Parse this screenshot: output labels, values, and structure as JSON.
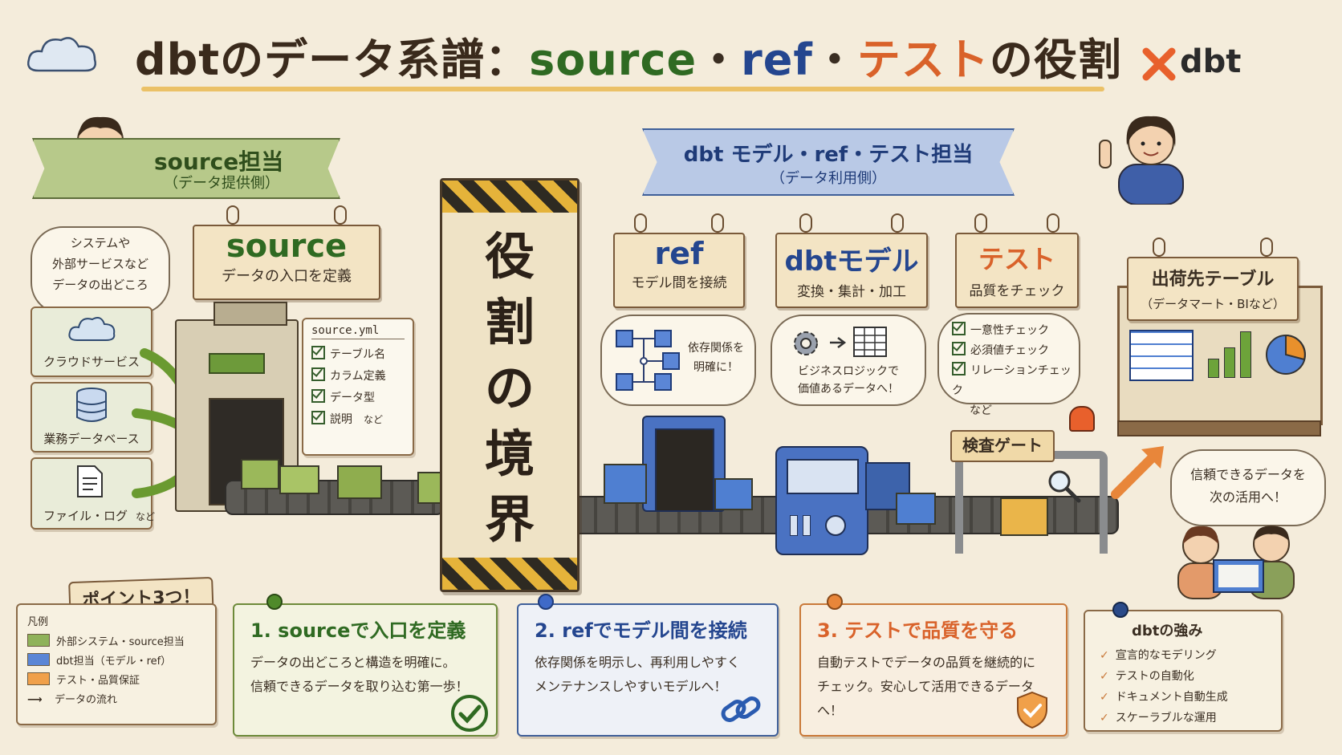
{
  "title": {
    "part1": "dbtのデータ系譜：",
    "part2": "source",
    "sep1": "・",
    "part3": "ref",
    "sep2": "・",
    "part4": "テスト",
    "part5": "の役割",
    "logo_text": "dbt"
  },
  "colors": {
    "green": "#2f6a22",
    "blue": "#24468f",
    "orange": "#d9622a",
    "brown": "#3a2e22"
  },
  "left_role": {
    "title": "source担当",
    "subtitle": "（データ提供側）"
  },
  "right_role": {
    "title": "dbt モデル・ref・テスト担当",
    "subtitle": "（データ利用側）"
  },
  "systems_bubble": {
    "line1": "システムや",
    "line2": "外部サービスなど",
    "line3": "データの出どころ"
  },
  "system_cards": [
    {
      "icon": "cloud-icon",
      "label": "クラウドサービス"
    },
    {
      "icon": "database-icon",
      "label": "業務データベース"
    },
    {
      "icon": "file-icon",
      "label": "ファイル・ログ",
      "suffix": "など"
    }
  ],
  "source_sign": {
    "title": "source",
    "desc": "データの入口を定義"
  },
  "source_yml": {
    "filename": "source.yml",
    "items": [
      "テーブル名",
      "カラム定義",
      "データ型",
      "説明"
    ],
    "suffix": "など"
  },
  "boundary": {
    "chars": [
      "役",
      "割",
      "の",
      "境",
      "界"
    ]
  },
  "ref_sign": {
    "title": "ref",
    "desc": "モデル間を接続"
  },
  "model_sign": {
    "title": "dbtモデル",
    "desc": "変換・集計・加工"
  },
  "test_sign": {
    "title": "テスト",
    "desc": "品質をチェック"
  },
  "ref_bubble": {
    "line1": "依存関係を",
    "line2": "明確に！"
  },
  "model_bubble": {
    "line1": "ビジネスロジックで",
    "line2": "価値あるデータへ！"
  },
  "test_checks": {
    "items": [
      "一意性チェック",
      "必須値チェック",
      "リレーションチェック"
    ],
    "suffix": "など"
  },
  "gate_label": "検査ゲート",
  "dest_sign": {
    "title": "出荷先テーブル",
    "subtitle": "（データマート・BIなど）"
  },
  "dest_bubble": {
    "line1": "信頼できるデータを",
    "line2": "次の活用へ！"
  },
  "points_label": "ポイント3つ！",
  "legend": {
    "title": "凡例",
    "items": [
      {
        "color": "#8fb25a",
        "label": "外部システム・source担当"
      },
      {
        "color": "#5b86d6",
        "label": "dbt担当（モデル・ref）"
      },
      {
        "color": "#f0a04a",
        "label": "テスト・品質保証"
      }
    ],
    "arrow_label": "データの流れ"
  },
  "steps": [
    {
      "title": "1. sourceで入口を定義",
      "line1": "データの出どころと構造を明確に。",
      "line2": "信頼できるデータを取り込む第一歩！"
    },
    {
      "title": "2. refでモデル間を接続",
      "line1": "依存関係を明示し、再利用しやすく",
      "line2": "メンテナンスしやすいモデルへ！"
    },
    {
      "title": "3. テストで品質を守る",
      "line1": "自動テストでデータの品質を継続的に",
      "line2": "チェック。安心して活用できるデータへ！"
    }
  ],
  "strengths": {
    "title": "dbtの強み",
    "items": [
      "宣言的なモデリング",
      "テストの自動化",
      "ドキュメント自動生成",
      "スケーラブルな運用"
    ]
  }
}
